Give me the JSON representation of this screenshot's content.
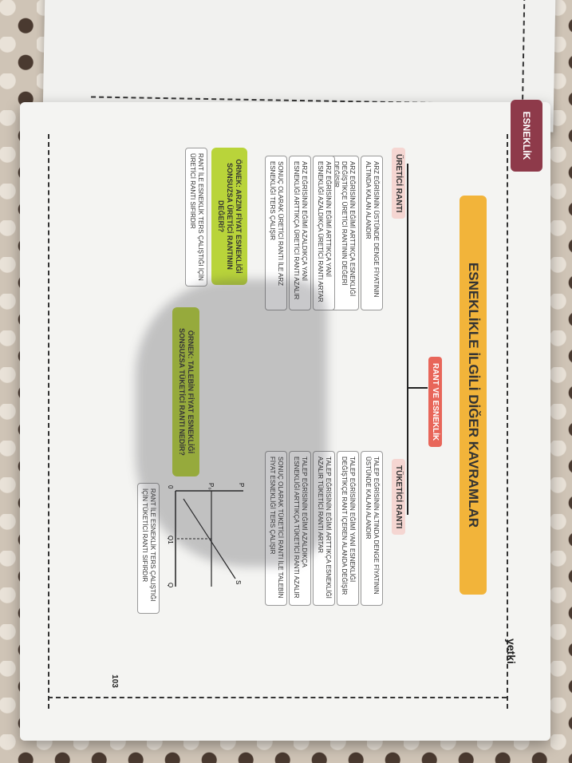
{
  "page": {
    "section_tag": "ESNEKLİK",
    "title": "ESNEKLİKLE İLGİLİ DİĞER KAVRAMLAR",
    "center_tag": "RANT VE ESNEKLİK",
    "producer_tag": "ÜRETİCİ RANTI",
    "consumer_tag": "TÜKETİCİ RANTI",
    "producer_items": [
      "ARZ EĞRİSİNİN ÜSTÜNDE DENGE FİYATININ ALTINDA KALAN ALANDIR",
      "ARZ EĞRİSİNİN EĞİMİ ARTTIKÇA ESNEKLİĞİ DEĞİŞTİKÇE ÜRETİCİ RANTININ DEĞERİ DEĞİŞİR",
      "ARZ EĞRİSİNİN EĞİMİ ARTTIKÇA YANİ ESNEKLİĞİ AZALDIKÇA ÜRETİCİ RANTI ARTAR",
      "ARZ EĞRİSİNİN EĞİMİ AZALDIKÇA YANİ ESNEKLİĞİ ARTTIKÇA ÜRETİCİ RANTI AZALIR",
      "SONUÇ OLARAK ÜRETİCİ RANTI İLE ARZ ESNEKLİĞİ TERS ÇALIŞIR"
    ],
    "consumer_items": [
      "TALEP EĞRİSİNİN ALTINDA DENGE FİYATININ ÜSTÜNDE KALAN ALANDIR",
      "TALEP EĞRİSİNİN EĞİMİ YANİ ESNEKLİĞİ DEĞİŞTİKÇE RANT İÇEREN ALANDA DEĞİŞİR",
      "TALEP EĞRİSİNİN EĞİMİ ARTTIKÇA ESNEKLİĞİ AZALIR TÜKETİCİ RANTI ARTAR",
      "TALEP EĞRİSİNİN EĞİMİ AZALDIKÇA ESNEKLİĞİ ARTTIKÇA TÜKETİCİ RANTI AZALIR",
      "SONUÇ OLARAK TÜKETİCİ RANTI İLE TALEBİN FİYAT ESNEKLİĞİ TERS ÇALIŞIR"
    ],
    "example1_q": "ÖRNEK: ARZIN FİYAT ESNEKLİĞİ SONSUZSA ÜRETİCİ RANTININ DEĞERİ?",
    "example1_a": "RANT İLE ESNEKLİK TERS ÇALIŞTIĞI İÇİN ÜRETİCİ RANTI SIFIRDIR",
    "example2_q": "ÖRNEK: TALEBİN FİYAT ESNEKLİĞİ SONSUZSA TÜKETİCİ RANTI NEDİR?",
    "example2_a": "RANT İLE ESNEKLİK TERS ÇALIŞTIĞI İÇİN TÜKETİCİ RANTI SIFIRDIR",
    "graph_labels": {
      "p": "P",
      "p0": "P₀",
      "q": "Q",
      "q1": "Q1",
      "s": "S",
      "origin": "0"
    },
    "logo_text": "yetki",
    "page_number": "103"
  }
}
